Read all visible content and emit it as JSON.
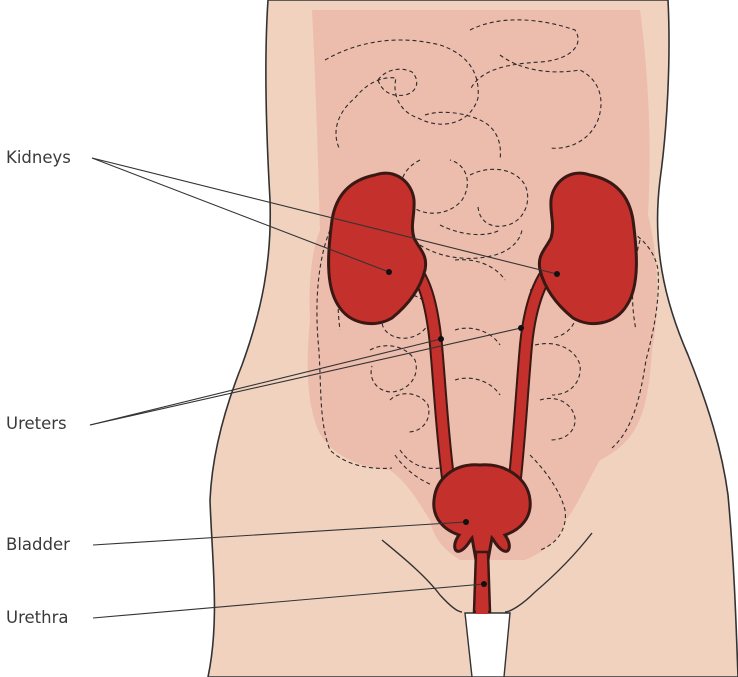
{
  "labels": {
    "kidneys": "Kidneys",
    "ureters": "Ureters",
    "bladder": "Bladder",
    "urethra": "Urethra"
  },
  "colors": {
    "skin": "#f0d2bf",
    "abdomen": "#ecbcad",
    "organ": "#c4302b",
    "outline": "#3a1814",
    "leader_line": "#333333"
  }
}
